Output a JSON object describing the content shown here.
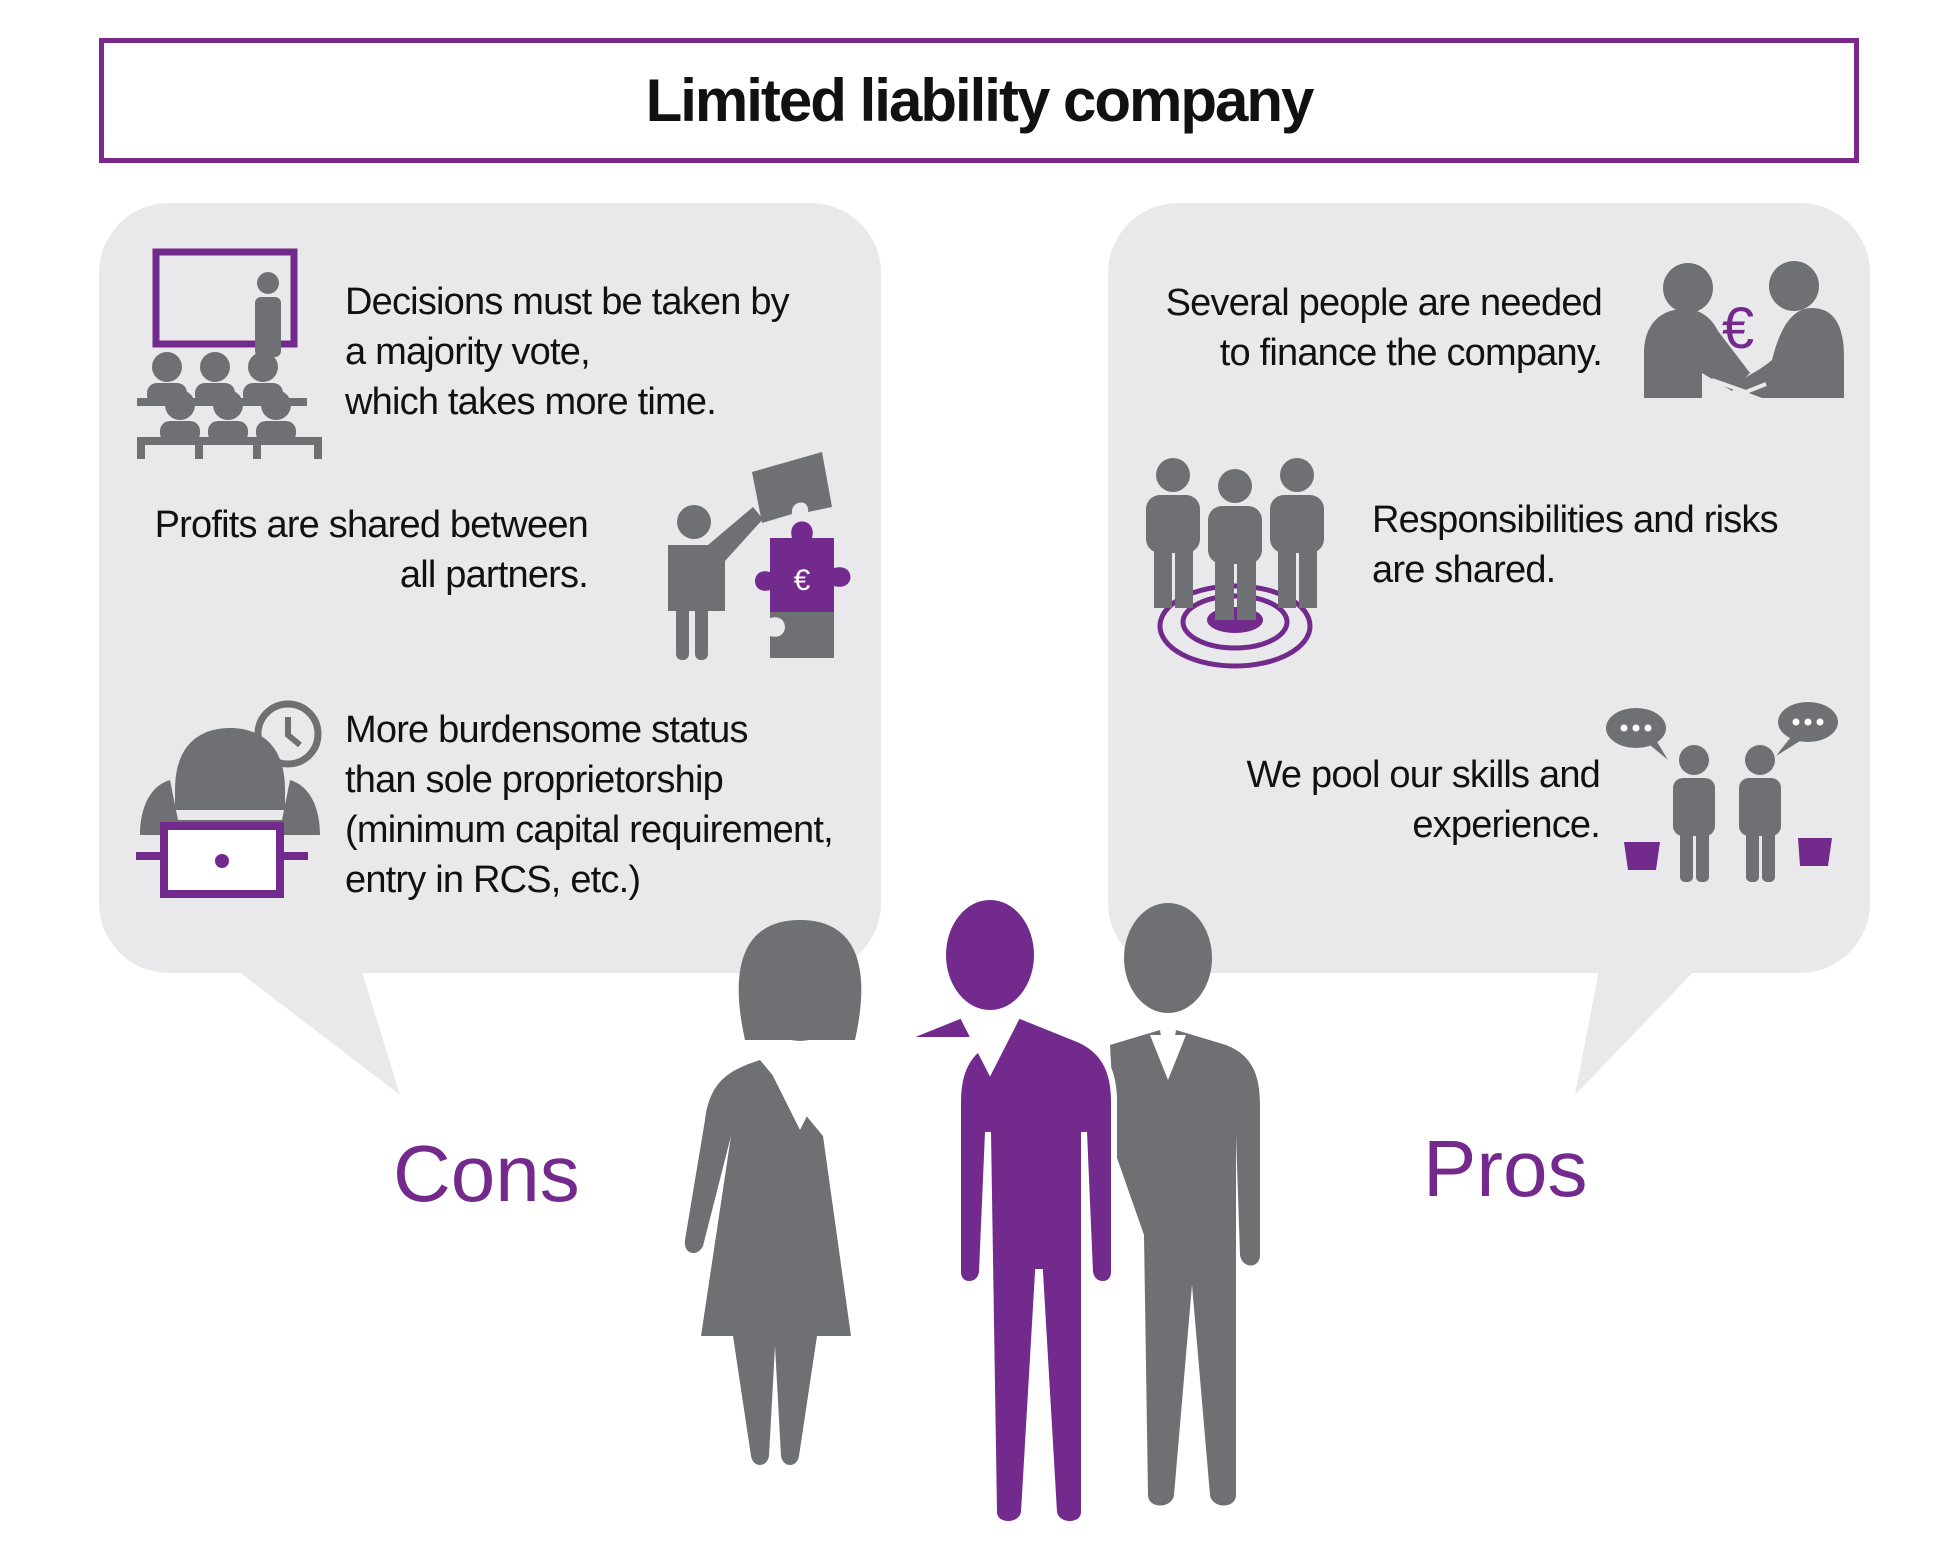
{
  "title": "Limited liability company",
  "colors": {
    "purple": "#722B8C",
    "gray": "#6F7073",
    "bubble": "#E9E9EB"
  },
  "cons": {
    "label": "Cons",
    "items": [
      {
        "lines": [
          "Decisions must be taken by",
          "a majority vote,",
          "which takes more time."
        ],
        "icon": "classroom-presentation-icon"
      },
      {
        "lines": [
          "Profits are shared between",
          "all partners."
        ],
        "icon": "puzzle-euro-icon"
      },
      {
        "lines": [
          "More burdensome status",
          "than sole proprietorship",
          "(minimum capital requirement,",
          "entry in RCS, etc.)"
        ],
        "icon": "worker-laptop-clock-icon"
      }
    ]
  },
  "pros": {
    "label": "Pros",
    "items": [
      {
        "lines": [
          "Several people are needed",
          "to finance the company."
        ],
        "icon": "handshake-euro-icon"
      },
      {
        "lines": [
          "Responsibilities and risks",
          "are shared."
        ],
        "icon": "people-target-icon"
      },
      {
        "lines": [
          "We pool our skills and",
          "experience."
        ],
        "icon": "people-talking-briefcase-icon"
      }
    ]
  },
  "euro_symbol": "€",
  "figures_icon": "three-business-people-icon"
}
